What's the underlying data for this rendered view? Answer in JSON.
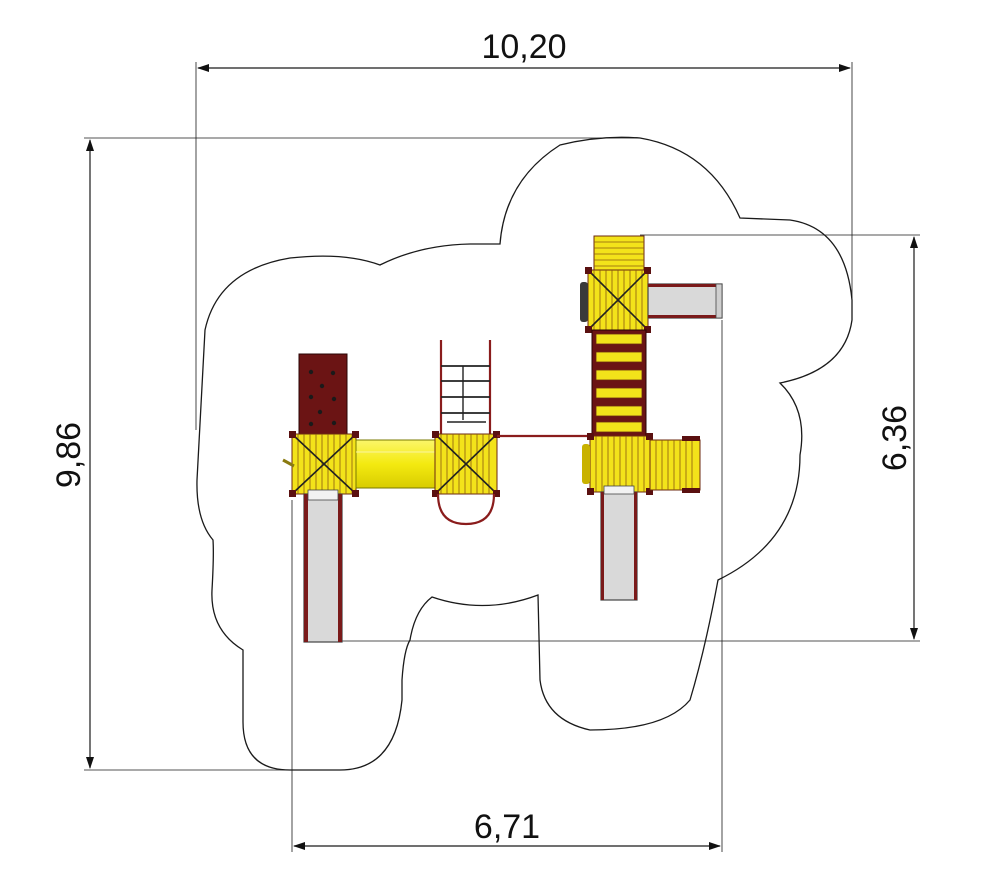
{
  "dimensions": {
    "total_width": "10,20",
    "total_depth": "9,86",
    "equipment_depth": "6,36",
    "equipment_width": "6,71"
  },
  "colors": {
    "deck": "#f3e31a",
    "tube": "#f6f02a",
    "climbing_wall": "#6b1414",
    "rails": "#8a1c1c",
    "slide": "#d9d9d9"
  }
}
